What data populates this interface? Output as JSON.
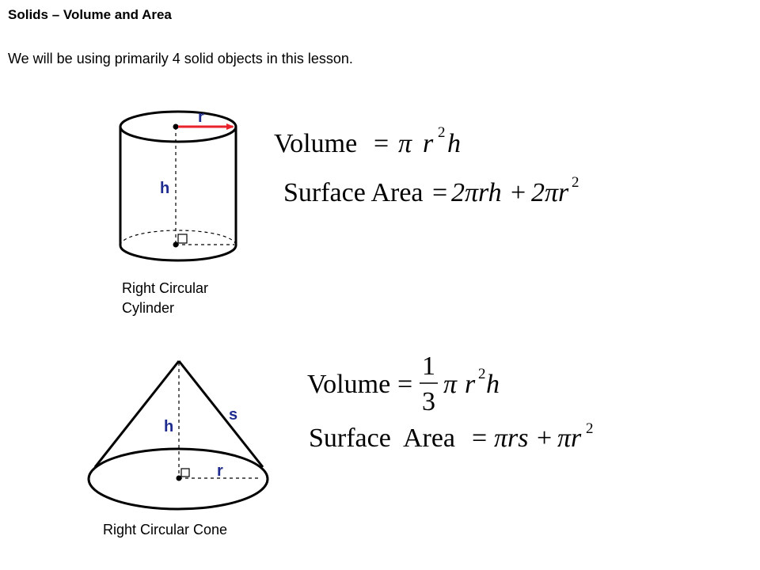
{
  "title": "Solids – Volume and Area",
  "intro": "We will be using primarily 4 solid objects in this lesson.",
  "colors": {
    "label_blue": "#1f2c8f",
    "radius_arrow": "#e8222a",
    "ink": "#000000"
  },
  "cylinder": {
    "caption_line1": "Right Circular",
    "caption_line2": "Cylinder",
    "label_r": "r",
    "label_h": "h",
    "volume": {
      "lhs": "Volume",
      "eq": "=",
      "pi": "π",
      "r": "r",
      "exp": "2",
      "h": "h"
    },
    "surface": {
      "lhs": "Surface Area",
      "eq": "=",
      "term1": "2πrh",
      "plus": "+",
      "term2": "2πr",
      "exp": "2"
    }
  },
  "cone": {
    "caption": "Right Circular Cone",
    "label_s": "s",
    "label_h": "h",
    "label_r": "r",
    "volume": {
      "lhs": "Volume",
      "eq": "=",
      "numerator": "1",
      "denominator": "3",
      "pi": "π",
      "r": "r",
      "exp": "2",
      "h": "h"
    },
    "surface": {
      "lhs": "Surface  Area",
      "eq": "=",
      "term1": "πrs",
      "plus": "+",
      "term2": "πr",
      "exp": "2"
    }
  }
}
